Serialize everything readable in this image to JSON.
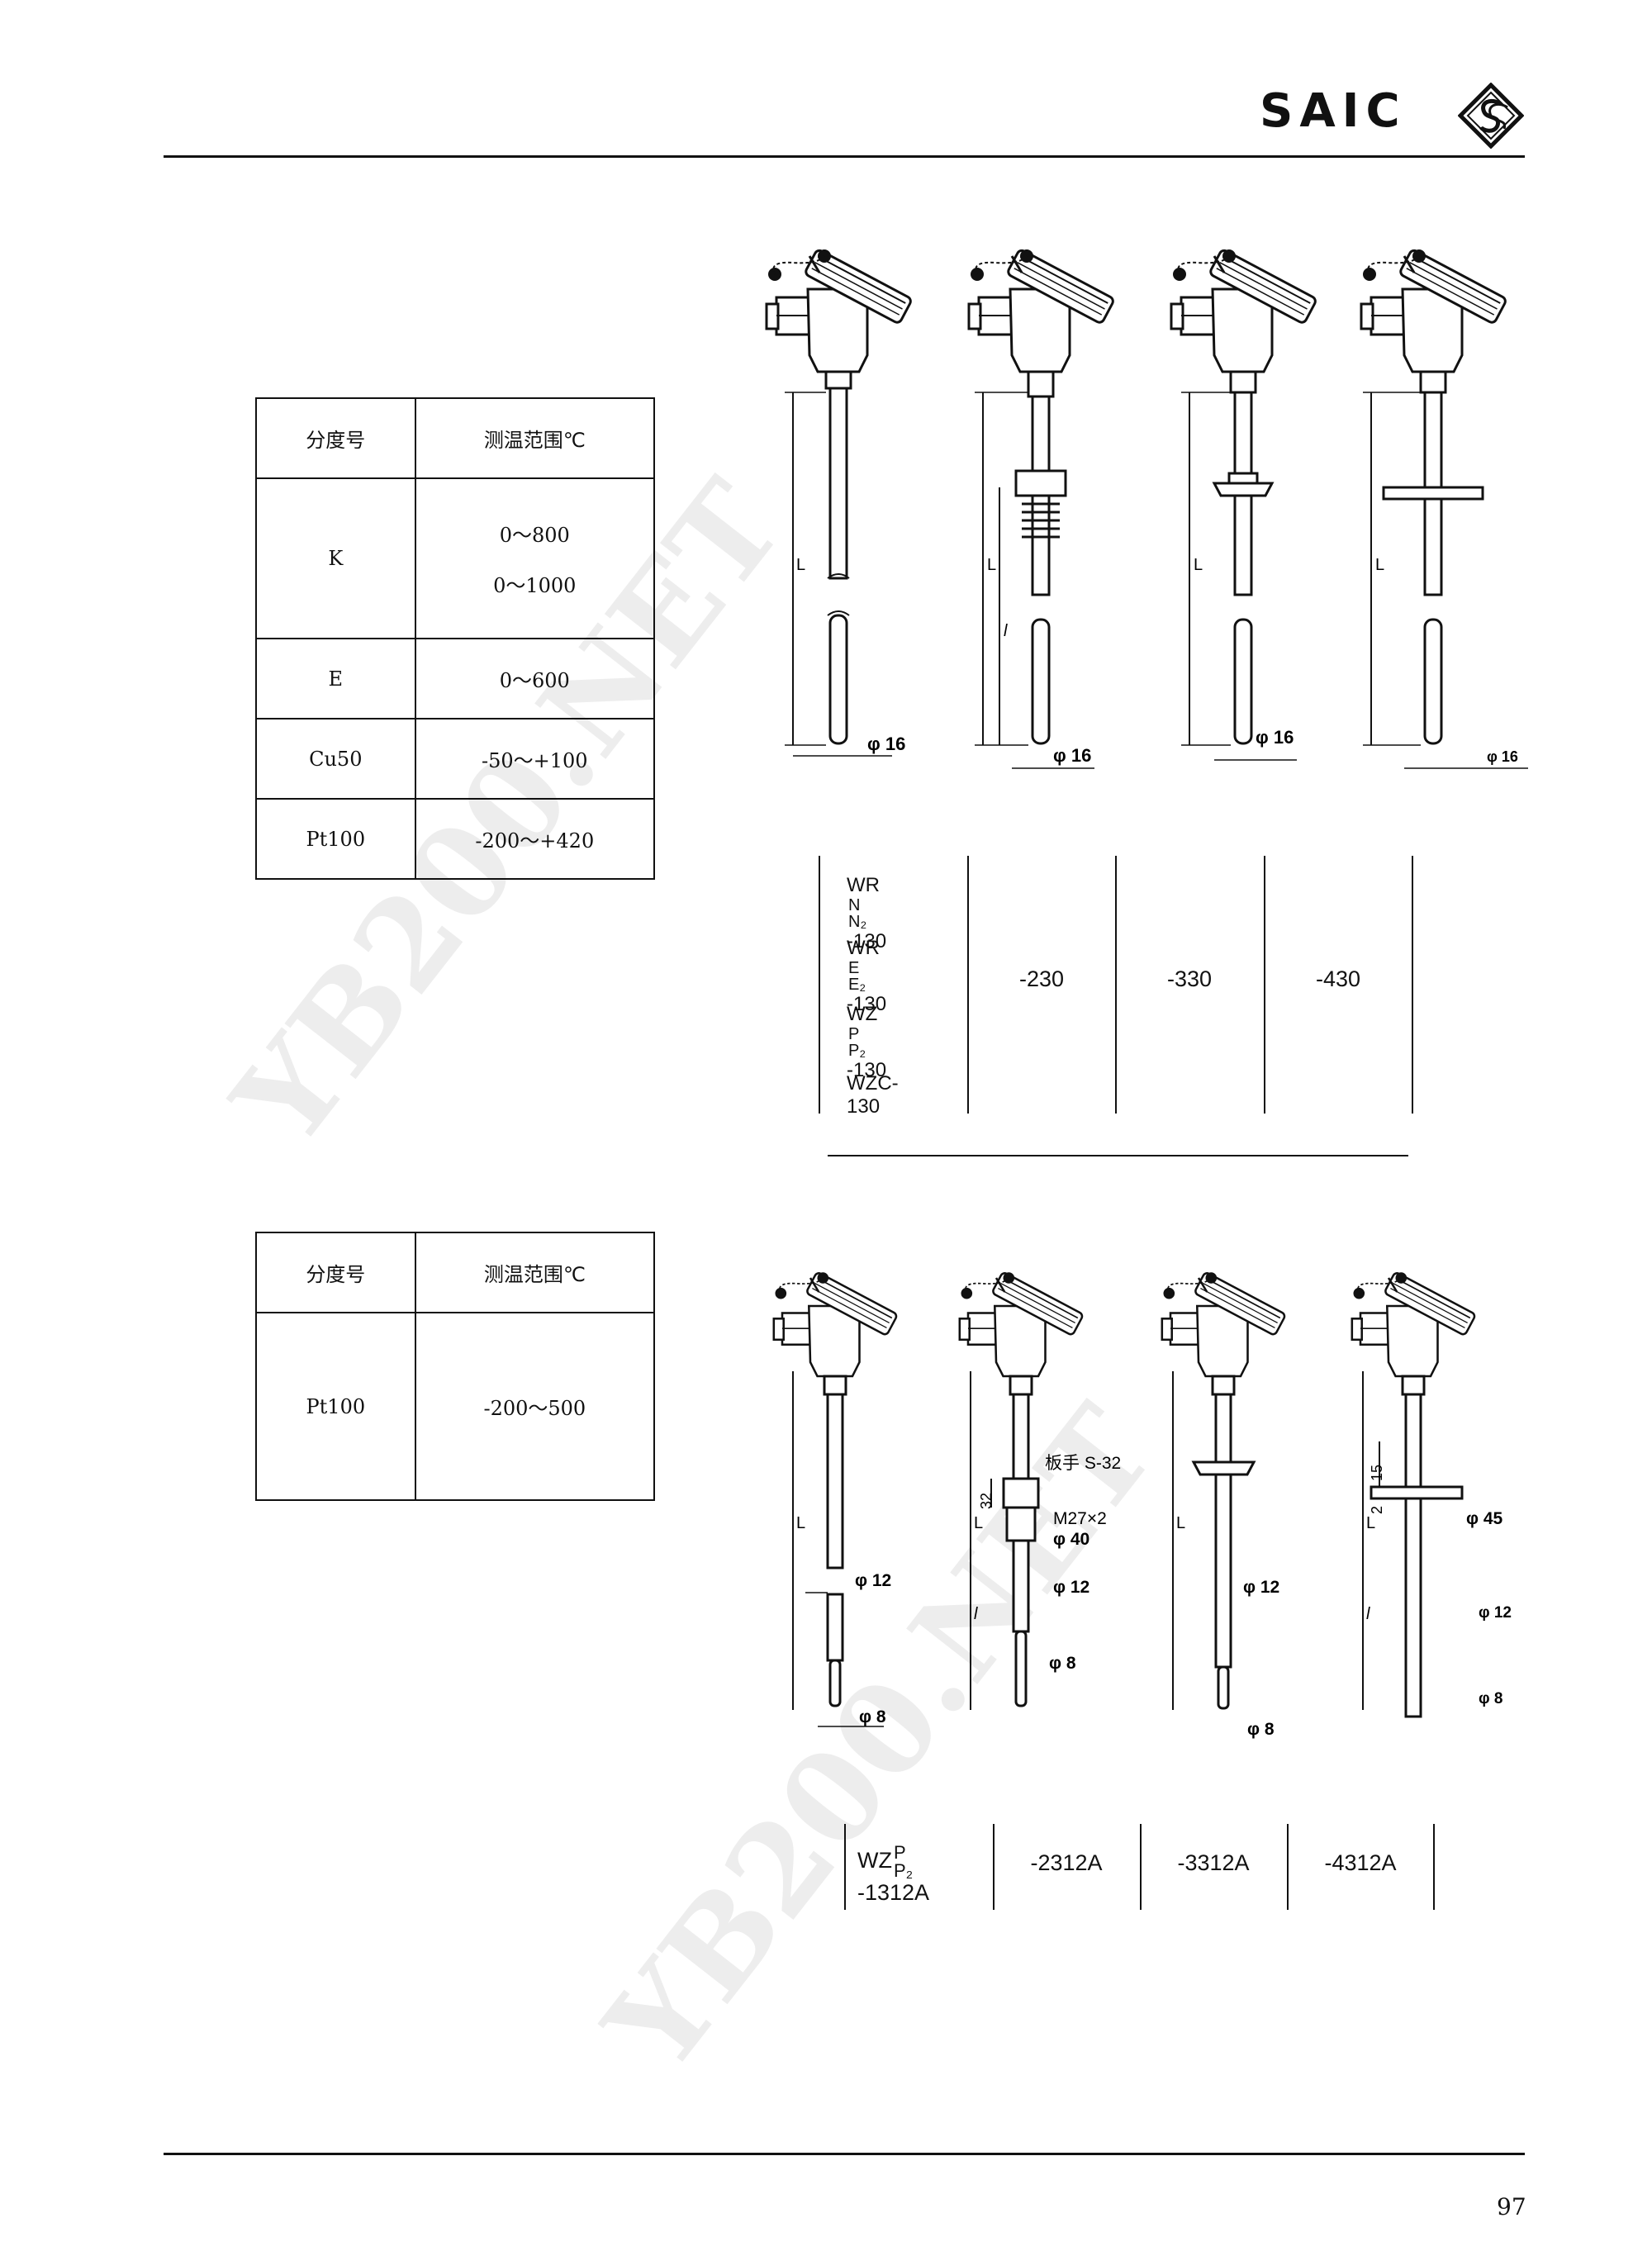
{
  "header": {
    "brand": "SAIC"
  },
  "table1": {
    "headers": [
      "分度号",
      "测温范围℃"
    ],
    "rows": [
      {
        "type": "K",
        "ranges": [
          "0～800",
          "0～1000"
        ]
      },
      {
        "type": "E",
        "ranges": [
          "0～600"
        ]
      },
      {
        "type": "Cu50",
        "ranges": [
          "-50～+100"
        ]
      },
      {
        "type": "Pt100",
        "ranges": [
          "-200～+420"
        ]
      }
    ]
  },
  "table2": {
    "headers": [
      "分度号",
      "测温范围℃"
    ],
    "rows": [
      {
        "type": "Pt100",
        "ranges": [
          "-200～500"
        ]
      }
    ]
  },
  "figure1": {
    "phi_labels": [
      "φ 16",
      "φ 16",
      "φ 16",
      "φ 16"
    ],
    "dim_L": "L",
    "dim_l": "l"
  },
  "models1": {
    "series": [
      {
        "prefix": "WR",
        "sup": "N",
        "sub": "N₂",
        "suffix": "-130"
      },
      {
        "prefix": "WR",
        "sup": "E",
        "sub": "E₂",
        "suffix": "-130"
      },
      {
        "prefix": "WZ",
        "sup": "P",
        "sub": "P₂",
        "suffix": "-130"
      }
    ],
    "plain": "WZC-130",
    "values": [
      "-230",
      "-330",
      "-430"
    ]
  },
  "figure2": {
    "wrench": "板手 S-32",
    "thread": "M27×2",
    "phi40": "φ 40",
    "phi12": [
      "φ 12",
      "φ 12",
      "φ 12",
      "φ 12"
    ],
    "phi8": [
      "φ 8",
      "φ 8",
      "φ 8",
      "φ 8"
    ],
    "phi45": "φ 45",
    "dim32": "32",
    "dim15": "15",
    "dim2": "2",
    "dim_L": "L",
    "dim_l": "l"
  },
  "models2": {
    "first": {
      "prefix": "WZ",
      "sup": "P",
      "sub": "P₂",
      "suffix": "-1312A"
    },
    "values": [
      "-2312A",
      "-3312A",
      "-4312A"
    ]
  },
  "footer": {
    "page": "97"
  },
  "watermark": "YB200.NET"
}
